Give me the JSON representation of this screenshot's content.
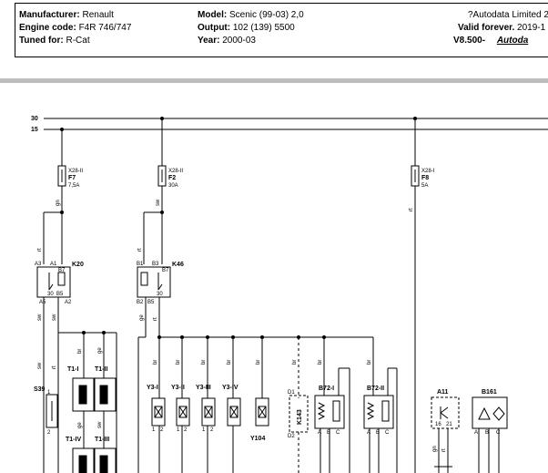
{
  "header": {
    "manufacturer_label": "Manufacturer:",
    "manufacturer": "Renault",
    "engine_code_label": "Engine code:",
    "engine_code": "F4R 746/747",
    "tuned_for_label": "Tuned for:",
    "tuned_for": "R-Cat",
    "model_label": "Model:",
    "model": "Scenic (99-03) 2,0",
    "output_label": "Output:",
    "output": "102 (139) 5500",
    "year_label": "Year:",
    "year": "2000-03",
    "copyright": "?Autodata Limited 2",
    "valid_label": "Valid forever.",
    "valid_value": "2019-1",
    "version": "V8.500-",
    "brand": "Autoda"
  },
  "diagram": {
    "rails": [
      "30",
      "15"
    ],
    "fuses": [
      {
        "ref": "X28-II",
        "name": "F7",
        "rating": "7,5A"
      },
      {
        "ref": "X28-II",
        "name": "F2",
        "rating": "30A"
      },
      {
        "ref": "X28-I",
        "name": "F8",
        "rating": "5A"
      }
    ],
    "relays": [
      {
        "name": "K20",
        "pins_top": [
          "A3",
          "A1",
          "B7"
        ],
        "pins_bottom": [
          "A5",
          "B5",
          "A2"
        ],
        "inner": [
          "B7",
          "30",
          "B5"
        ]
      },
      {
        "name": "K46",
        "pins_top": [
          "B1",
          "B3",
          "B7"
        ],
        "pins_bottom": [
          "B2",
          "B5",
          "B5"
        ],
        "inner": [
          "B7",
          "30",
          "B5"
        ]
      }
    ],
    "wire_colors": [
      "gn",
      "rt",
      "sw",
      "ge",
      "br"
    ],
    "components": [
      "S39",
      "T1-I",
      "T1-II",
      "T1-IV",
      "T1-III",
      "Y3-I",
      "Y3-II",
      "Y3-III",
      "Y3-IV",
      "Y104",
      "K143",
      "B72-I",
      "B72-II",
      "A11",
      "B161"
    ],
    "pin_labels": [
      "1",
      "2",
      "1",
      "2",
      "1",
      "2",
      "1",
      "2",
      "D1",
      "D2",
      "A",
      "B",
      "C",
      "A",
      "B",
      "C",
      "16",
      "21",
      "A",
      "B",
      "C"
    ]
  }
}
